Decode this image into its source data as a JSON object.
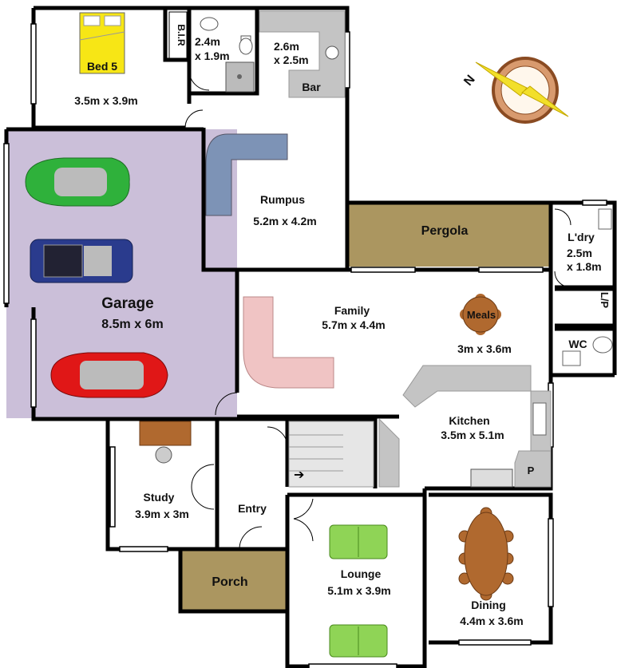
{
  "rooms": {
    "bed5": {
      "name": "Bed 5",
      "size": "3.5m x 3.9m"
    },
    "bir": {
      "name": "B.I.R"
    },
    "bath": {
      "line1": "2.4m",
      "line2": "x 1.9m"
    },
    "bar": {
      "line1": "2.6m",
      "line2": "x 2.5m",
      "name": "Bar"
    },
    "rumpus": {
      "name": "Rumpus",
      "size": "5.2m x 4.2m"
    },
    "garage": {
      "name": "Garage",
      "size": "8.5m x 6m"
    },
    "pergola": {
      "name": "Pergola"
    },
    "laundry": {
      "name": "L'dry",
      "line1": "2.5m",
      "line2": "x 1.8m"
    },
    "linen": {
      "name": "L/P"
    },
    "wc": {
      "name": "WC"
    },
    "family": {
      "name": "Family",
      "size": "5.7m x 4.4m"
    },
    "meals": {
      "name": "Meals",
      "size": "3m x 3.6m"
    },
    "kitchen": {
      "name": "Kitchen",
      "size": "3.5m x 5.1m",
      "pantry": "P"
    },
    "study": {
      "name": "Study",
      "size": "3.9m x 3m"
    },
    "entry": {
      "name": "Entry"
    },
    "porch": {
      "name": "Porch"
    },
    "lounge": {
      "name": "Lounge",
      "size": "5.1m x 3.9m"
    },
    "dining": {
      "name": "Dining",
      "size": "4.4m x 3.6m"
    }
  },
  "compass": {
    "label": "N"
  },
  "colors": {
    "garage_floor": "#cbbfd9",
    "pergola": "#ab9660",
    "porch": "#ab9660",
    "wall": "#000000",
    "bed": "#f7e615",
    "sofa_blue": "#7d93b6",
    "sofa_pink": "#f0c4c4",
    "sofa_green": "#8fd456",
    "table_brown": "#b0692f",
    "counter": "#c4c4c4",
    "car_green": "#2fb13b",
    "car_navy": "#2a3b8d",
    "car_red": "#e01717"
  }
}
